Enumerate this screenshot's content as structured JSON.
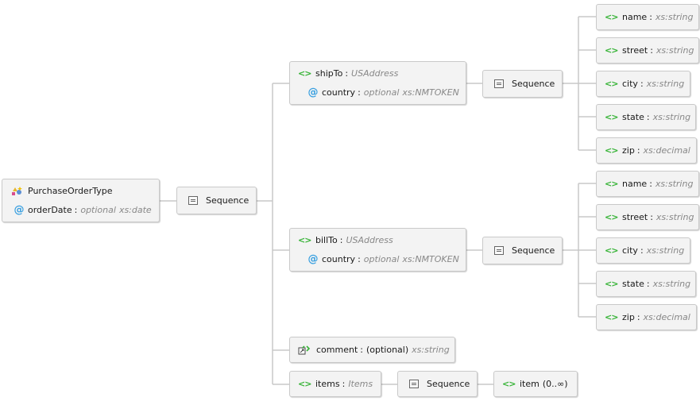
{
  "root": {
    "name": "PurchaseOrderType",
    "attr": {
      "name": "orderDate",
      "optional": "optional",
      "type": "xs:date"
    }
  },
  "sequence_label": "Sequence",
  "separator": ":",
  "shipTo": {
    "name": "shipTo",
    "type": "USAddress",
    "attr": {
      "name": "country",
      "optional": "optional",
      "type": "xs:NMTOKEN"
    },
    "children": [
      {
        "name": "name",
        "type": "xs:string"
      },
      {
        "name": "street",
        "type": "xs:string"
      },
      {
        "name": "city",
        "type": "xs:string"
      },
      {
        "name": "state",
        "type": "xs:string"
      },
      {
        "name": "zip",
        "type": "xs:decimal"
      }
    ]
  },
  "billTo": {
    "name": "billTo",
    "type": "USAddress",
    "attr": {
      "name": "country",
      "optional": "optional",
      "type": "xs:NMTOKEN"
    },
    "children": [
      {
        "name": "name",
        "type": "xs:string"
      },
      {
        "name": "street",
        "type": "xs:string"
      },
      {
        "name": "city",
        "type": "xs:string"
      },
      {
        "name": "state",
        "type": "xs:string"
      },
      {
        "name": "zip",
        "type": "xs:decimal"
      }
    ]
  },
  "comment": {
    "name": "comment",
    "qualifier": "(optional)",
    "type": "xs:string"
  },
  "items": {
    "name": "items",
    "type": "Items",
    "child": {
      "name": "item",
      "qualifier": "(0..∞)"
    }
  },
  "icons": {
    "element": "element-icon",
    "attribute": "attribute-icon",
    "sequence": "sequence-icon",
    "complex_type": "complex-type-icon",
    "element_ref": "element-reference-icon"
  },
  "colors": {
    "element_icon": "#36b336",
    "attribute_icon": "#3aa0e0",
    "type_text": "#888888",
    "connector": "#c8c8c8",
    "node_fill": "#f3f3f3",
    "node_border": "#c9c9c9"
  }
}
